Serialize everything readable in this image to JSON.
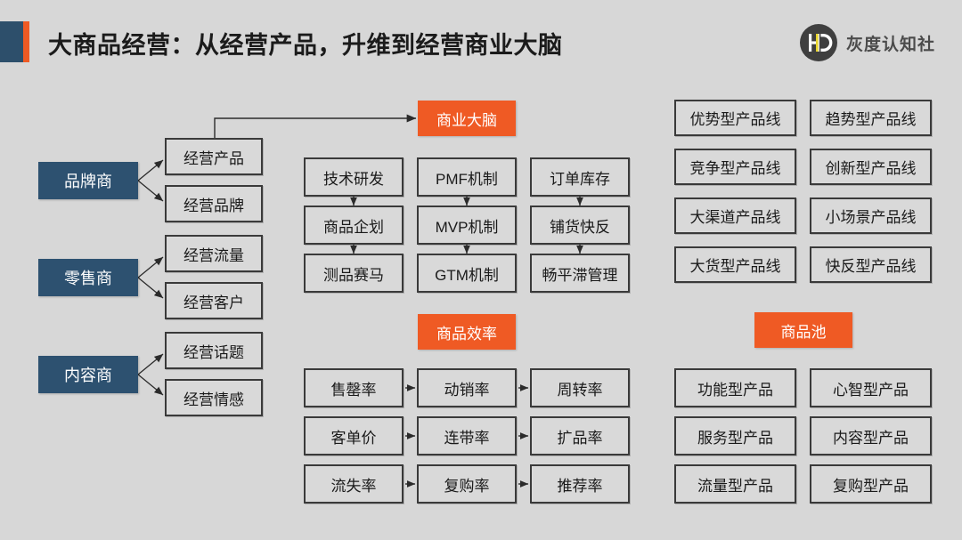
{
  "header": {
    "title": "大商品经营：从经营产品，升维到经营商业大脑",
    "accent_blue": "#2d4f6b",
    "accent_orange": "#ef5a24",
    "logo_text": "灰度认知社",
    "logo_mark": "hd-monogram-icon"
  },
  "theme": {
    "background": "#d7d7d7",
    "box_fill": "#d9d9d9",
    "box_border": "#3a3a3a",
    "blue": "#2d5170",
    "orange": "#ef5a24"
  },
  "actors": [
    {
      "label": "品牌商",
      "children": [
        "经营产品",
        "经营品牌"
      ]
    },
    {
      "label": "零售商",
      "children": [
        "经营流量",
        "经营客户"
      ]
    },
    {
      "label": "内容商",
      "children": [
        "经营话题",
        "经营情感"
      ]
    }
  ],
  "business_brain": {
    "header": "商业大脑",
    "columns": [
      [
        "技术研发",
        "商品企划",
        "测品赛马"
      ],
      [
        "PMF机制",
        "MVP机制",
        "GTM机制"
      ],
      [
        "订单库存",
        "铺货快反",
        "畅平滞管理"
      ]
    ]
  },
  "goods_efficiency": {
    "header": "商品效率",
    "rows": [
      [
        "售罄率",
        "动销率",
        "周转率"
      ],
      [
        "客单价",
        "连带率",
        "扩品率"
      ],
      [
        "流失率",
        "复购率",
        "推荐率"
      ]
    ]
  },
  "product_lines": {
    "left": [
      "优势型产品线",
      "竞争型产品线",
      "大渠道产品线",
      "大货型产品线"
    ],
    "right": [
      "趋势型产品线",
      "创新型产品线",
      "小场景产品线",
      "快反型产品线"
    ]
  },
  "goods_pool": {
    "header": "商品池",
    "left": [
      "功能型产品",
      "服务型产品",
      "流量型产品"
    ],
    "right": [
      "心智型产品",
      "内容型产品",
      "复购型产品"
    ]
  }
}
